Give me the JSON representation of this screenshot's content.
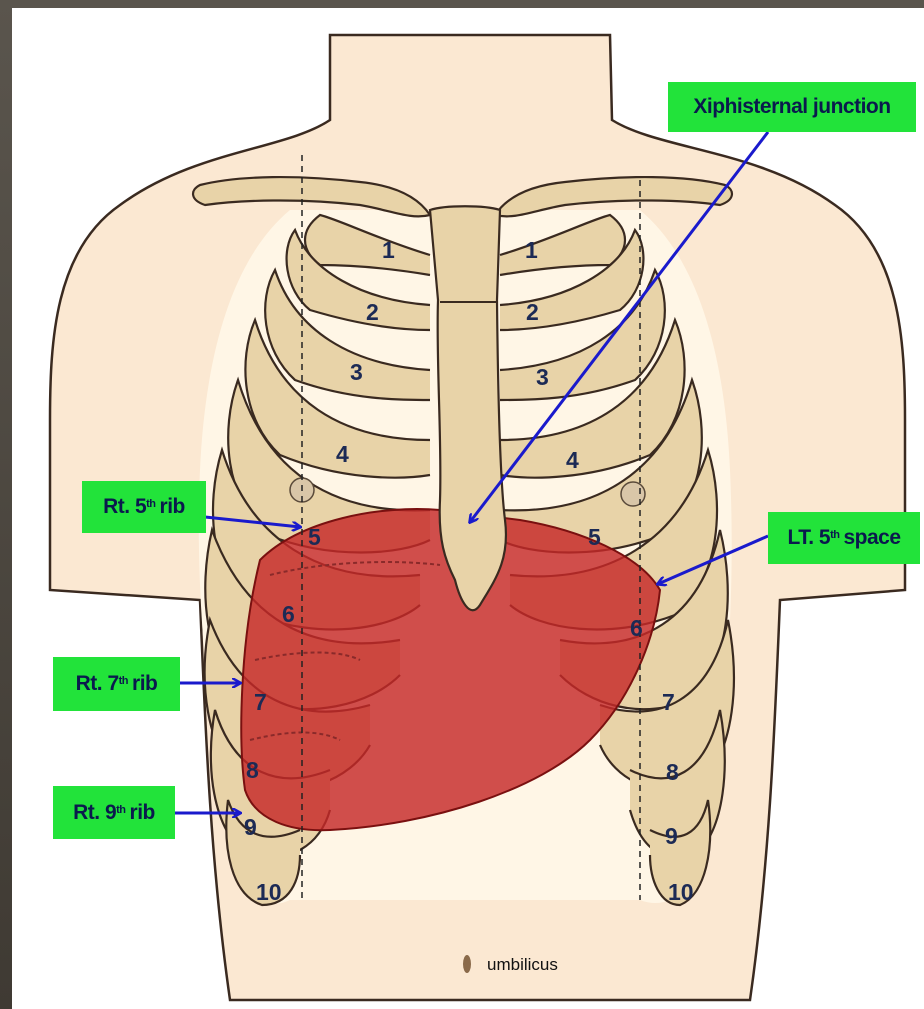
{
  "callouts": {
    "xiphisternal": "Xiphisternal junction",
    "rt5": {
      "text": "Rt. 5",
      "sup": "th",
      "tail": "rib"
    },
    "lt5": {
      "text": "LT. 5",
      "sup": "th",
      "tail": "space"
    },
    "rt7": {
      "text": "Rt. 7",
      "sup": "th",
      "tail": "rib"
    },
    "rt9": {
      "text": "Rt. 9",
      "sup": "th",
      "tail": "rib"
    }
  },
  "umbilicus_label": "umbilicus",
  "rib_numbers": {
    "right_side": [
      "1",
      "2",
      "3",
      "4",
      "5",
      "6",
      "7",
      "8",
      "9",
      "10"
    ],
    "left_side": [
      "1",
      "2",
      "3",
      "4",
      "5",
      "6",
      "7",
      "8",
      "9",
      "10"
    ]
  },
  "colors": {
    "label_bg": "#22e33a",
    "arrow": "#1a1acc",
    "liver": "#c62828",
    "bone": "#e8d3a8",
    "skin": "#fbe8d2"
  }
}
